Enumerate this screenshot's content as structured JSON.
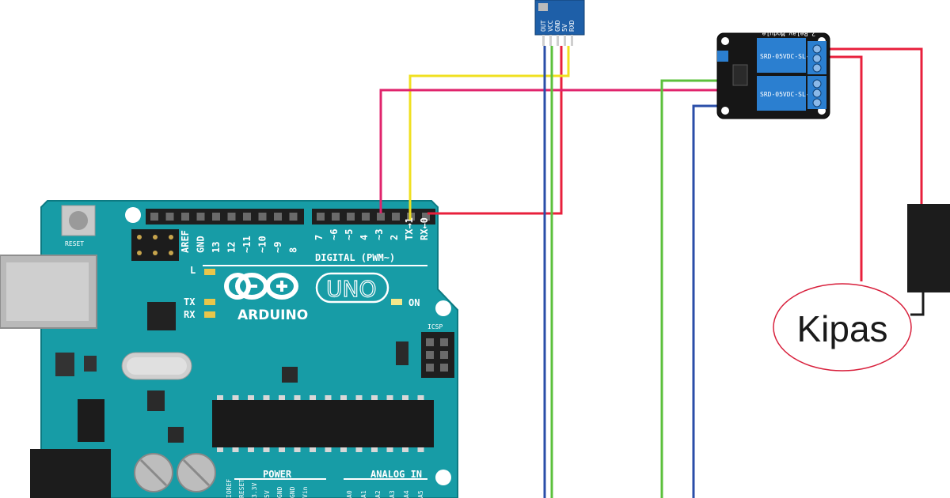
{
  "arduino": {
    "logo_text": "ARDUINO",
    "model": "UNO",
    "reset_label": "RESET",
    "digital_label": "DIGITAL (PWM~)",
    "led_labels": [
      "L",
      "TX",
      "RX",
      "ON"
    ],
    "icsp_label": "ICSP",
    "power_label": "POWER",
    "analog_label": "ANALOG IN",
    "digital_pins_left": [
      "AREF",
      "GND",
      "13",
      "12",
      "~11",
      "~10",
      "~9",
      "8"
    ],
    "digital_pins_right": [
      "7",
      "~6",
      "~5",
      "4",
      "~3",
      "2",
      "TX→1",
      "RX←0"
    ],
    "power_pins": [
      "IOREF",
      "RESET",
      "3.3V",
      "5V",
      "GND",
      "GND",
      "Vin"
    ],
    "analog_pins": [
      "A0",
      "A1",
      "A2",
      "A3",
      "A4",
      "A5"
    ]
  },
  "sensor": {
    "pins": [
      "OUT",
      "VCC",
      "GND",
      "5V",
      "RXD"
    ]
  },
  "relay": {
    "title": "2 Relay Module",
    "relay_text": [
      "SRD-05VDC-SL-C",
      "SRD-05VDC-SL-C"
    ]
  },
  "fan": {
    "label": "Kipas"
  },
  "colors": {
    "board": "#179ca6",
    "wire_red": "#e8203c",
    "wire_yellow": "#f0e020",
    "wire_green": "#5cc03c",
    "wire_blue": "#2a4ea8",
    "wire_pink": "#e0246c"
  }
}
